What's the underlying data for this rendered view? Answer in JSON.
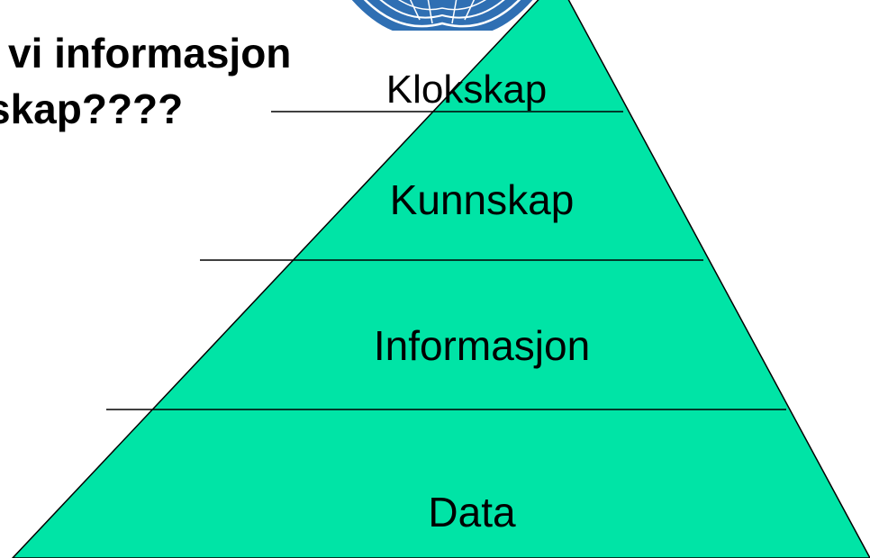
{
  "slide": {
    "title_line_1": "vi informasjon",
    "title_line_2": "skap????"
  },
  "pyramid": {
    "fill_color": "#00e4a6",
    "line_color": "#000000",
    "levels": [
      {
        "label": "Klokskap"
      },
      {
        "label": "Kunnskap"
      },
      {
        "label": "Informasjon"
      },
      {
        "label": "Data"
      }
    ]
  },
  "logo": {
    "icon": "globe-logo-icon",
    "color": "#2f6fb3"
  }
}
